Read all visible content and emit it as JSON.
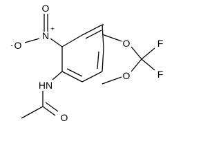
{
  "molecule": {
    "atoms": {
      "nitro_oxygen_top": "O",
      "nitro_nitrogen": "N",
      "nitro_nitrogen_charge": "+",
      "nitro_oxygen_left": "O",
      "nitro_oxygen_left_charge": "-",
      "dioxole_oxygen_upper": "O",
      "dioxole_oxygen_lower": "O",
      "fluorine_upper": "F",
      "fluorine_lower": "F",
      "amide_nh": "HN",
      "carbonyl_oxygen": "O"
    }
  }
}
